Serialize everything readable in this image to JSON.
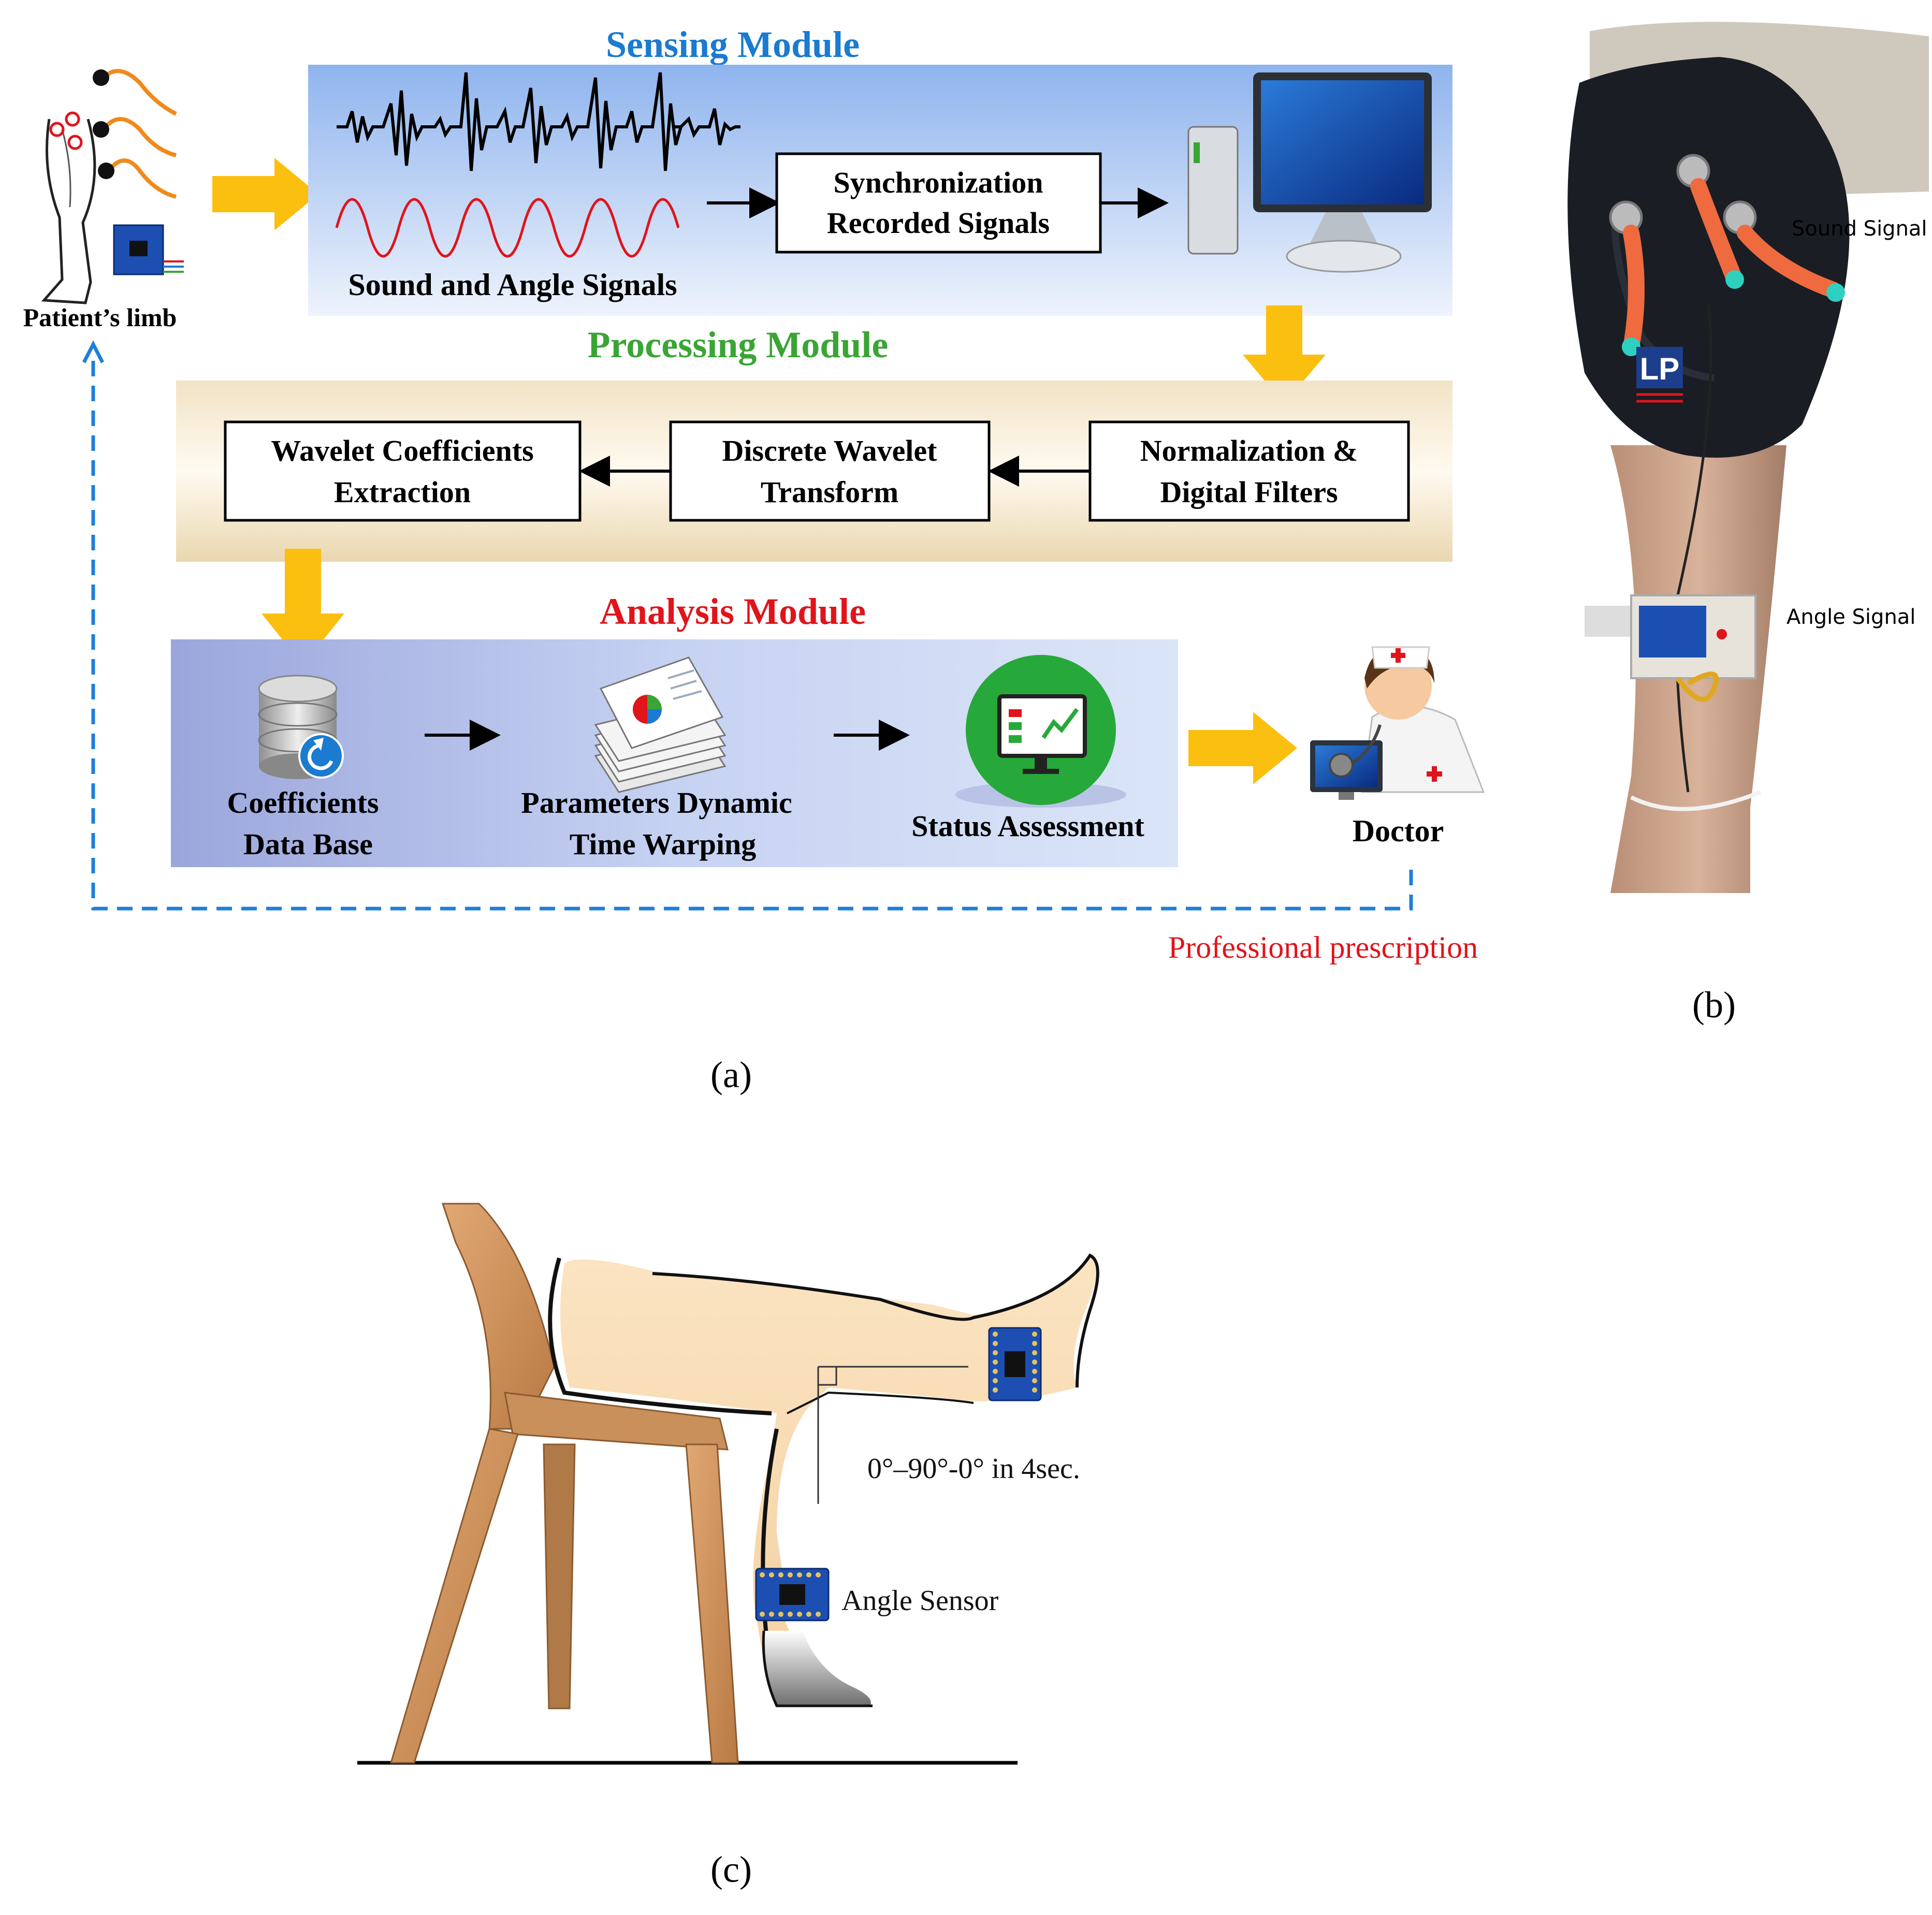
{
  "panel_a": {
    "caption": "(a)",
    "limb_label": "Patient’s limb",
    "sensing": {
      "title": "Sensing Module",
      "signals_label": "Sound and Angle Signals",
      "sync_line1": "Synchronization",
      "sync_line2": "Recorded Signals"
    },
    "processing": {
      "title": "Processing Module",
      "norm_line1": "Normalization &",
      "norm_line2": "Digital Filters",
      "dwt_line1": "Discrete Wavelet",
      "dwt_line2": "Transform",
      "wce_line1": "Wavelet Coefficients",
      "wce_line2": "Extraction"
    },
    "analysis": {
      "title": "Analysis Module",
      "db_line1": "Coefficients",
      "db_line2": "Data Base",
      "pdtw_line1": "Parameters Dynamic",
      "pdtw_line2": "Time Warping",
      "status": "Status Assessment"
    },
    "doctor_label": "Doctor",
    "prescription": "Professional prescription"
  },
  "panel_b": {
    "caption": "(b)",
    "sound_label": "Sound Signal",
    "angle_label": "Angle Signal",
    "brace_logo": "LP"
  },
  "panel_c": {
    "caption": "(c)",
    "motion_label": "0°–90°-0° in 4sec.",
    "sensor_label": "Angle Sensor"
  },
  "colors": {
    "sensing_title": "#1a7bd0",
    "processing_title": "#3aa535",
    "analysis_title": "#e0141a",
    "arrow_yellow": "#fbbf0f",
    "dashed_blue": "#1f7fd8",
    "prescription": "#e0141a"
  }
}
